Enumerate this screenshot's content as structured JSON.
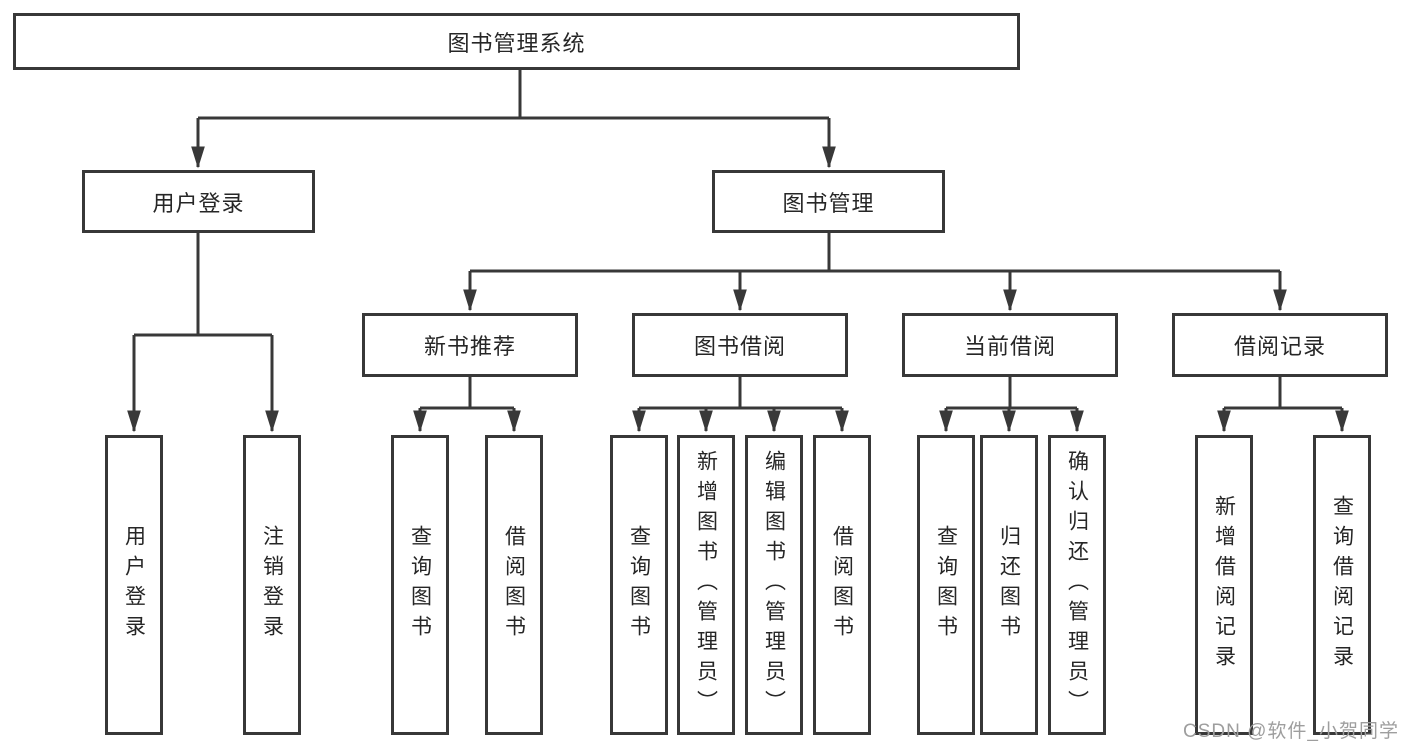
{
  "colors": {
    "line": "#383838",
    "text": "#262626",
    "background": "#ffffff",
    "watermark": "#9e9e9e"
  },
  "diagram": {
    "root": {
      "label": "图书管理系统"
    },
    "branches": [
      {
        "label": "用户登录",
        "children": [
          {
            "label": "用户登录"
          },
          {
            "label": "注销登录"
          }
        ]
      },
      {
        "label": "图书管理",
        "children": [
          {
            "label": "新书推荐",
            "children": [
              {
                "label": "查询图书"
              },
              {
                "label": "借阅图书"
              }
            ]
          },
          {
            "label": "图书借阅",
            "children": [
              {
                "label": "查询图书"
              },
              {
                "label": "新增图书（管理员）"
              },
              {
                "label": "编辑图书（管理员）"
              },
              {
                "label": "借阅图书"
              }
            ]
          },
          {
            "label": "当前借阅",
            "children": [
              {
                "label": "查询图书"
              },
              {
                "label": "归还图书"
              },
              {
                "label": "确认归还（管理员）"
              }
            ]
          },
          {
            "label": "借阅记录",
            "children": [
              {
                "label": "新增借阅记录"
              },
              {
                "label": "查询借阅记录"
              }
            ]
          }
        ]
      }
    ]
  },
  "watermark": "CSDN @软件_小贺同学"
}
